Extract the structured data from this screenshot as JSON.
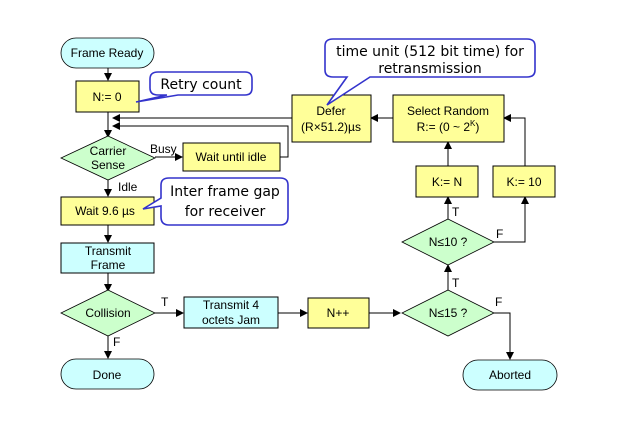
{
  "diagram": {
    "nodes": {
      "frame_ready": "Frame Ready",
      "n_zero": "N:= 0",
      "carrier_sense": [
        "Carrier",
        "Sense"
      ],
      "wait_until_idle": "Wait until idle",
      "wait_96": "Wait 9.6 µs",
      "transmit_frame": [
        "Transmit",
        "Frame"
      ],
      "collision": "Collision",
      "transmit_jam": [
        "Transmit 4",
        "octets Jam"
      ],
      "n_inc": "N++",
      "n_le_15": "N≤15 ?",
      "n_le_10": "N≤10 ?",
      "k_eq_n": "K:= N",
      "k_eq_10": "K:= 10",
      "select_random": [
        "Select Random",
        "R:= (0 ~ 2",
        "K",
        ")"
      ],
      "defer": [
        "Defer",
        "(R×51.2)µs"
      ],
      "done": "Done",
      "aborted": "Aborted"
    },
    "edge_labels": {
      "busy": "Busy",
      "idle": "Idle",
      "collision_true": "T",
      "collision_false": "F",
      "n15_true": "T",
      "n15_false": "F",
      "n10_true": "T",
      "n10_false": "F"
    },
    "callouts": {
      "retry": "Retry count",
      "ifg": [
        "Inter frame gap",
        "for receiver"
      ],
      "time_unit": [
        "time unit (512 bit time) for",
        "retransmission"
      ]
    },
    "colors": {
      "process": "#ffff99",
      "io": "#ccffff",
      "decision": "#ccffcc",
      "callout_border": "#3333cc"
    }
  }
}
